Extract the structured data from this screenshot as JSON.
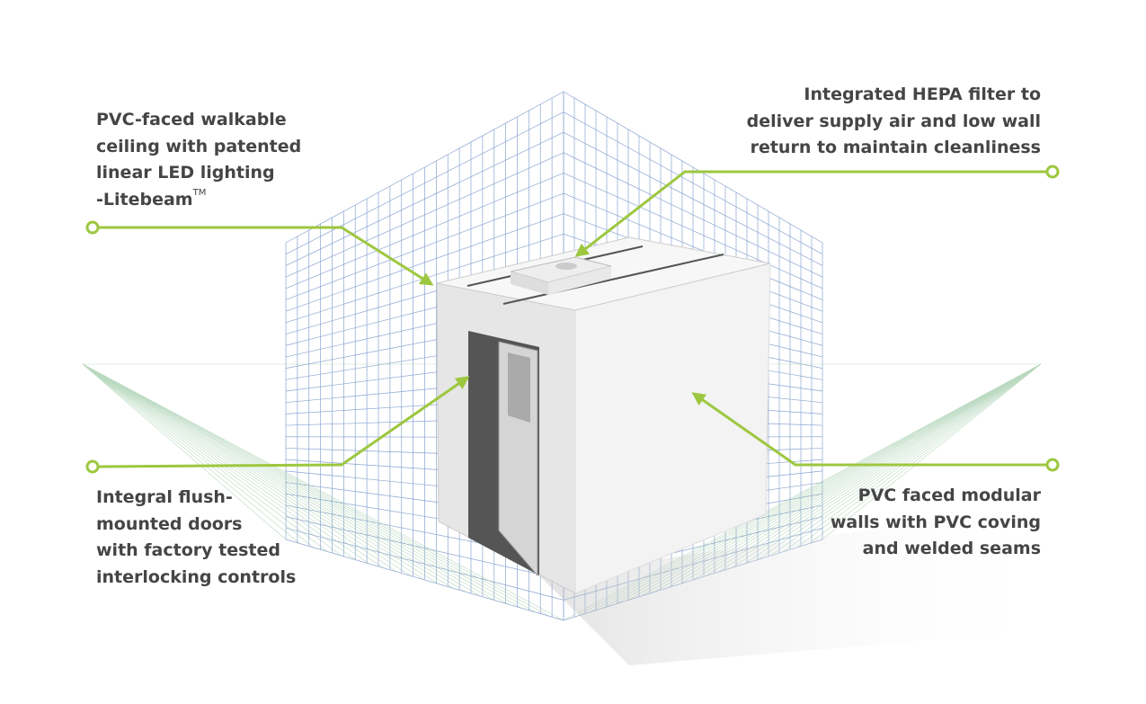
{
  "accent_color": "#9dc73f",
  "text_color": "#454545",
  "callouts": [
    {
      "id": "ceiling",
      "lines": [
        "PVC-faced walkable",
        "ceiling with patented",
        "linear LED lighting",
        "-Litebeam"
      ],
      "trademark": "TM"
    },
    {
      "id": "hepa",
      "lines": [
        "Integrated HEPA filter to",
        "deliver supply air and low wall",
        "return to maintain cleanliness"
      ]
    },
    {
      "id": "doors",
      "lines": [
        "Integral flush-",
        "mounted doors",
        "with factory tested",
        "interlocking controls"
      ]
    },
    {
      "id": "walls",
      "lines": [
        "PVC faced modular",
        "walls with PVC coving",
        "and welded seams"
      ]
    }
  ]
}
